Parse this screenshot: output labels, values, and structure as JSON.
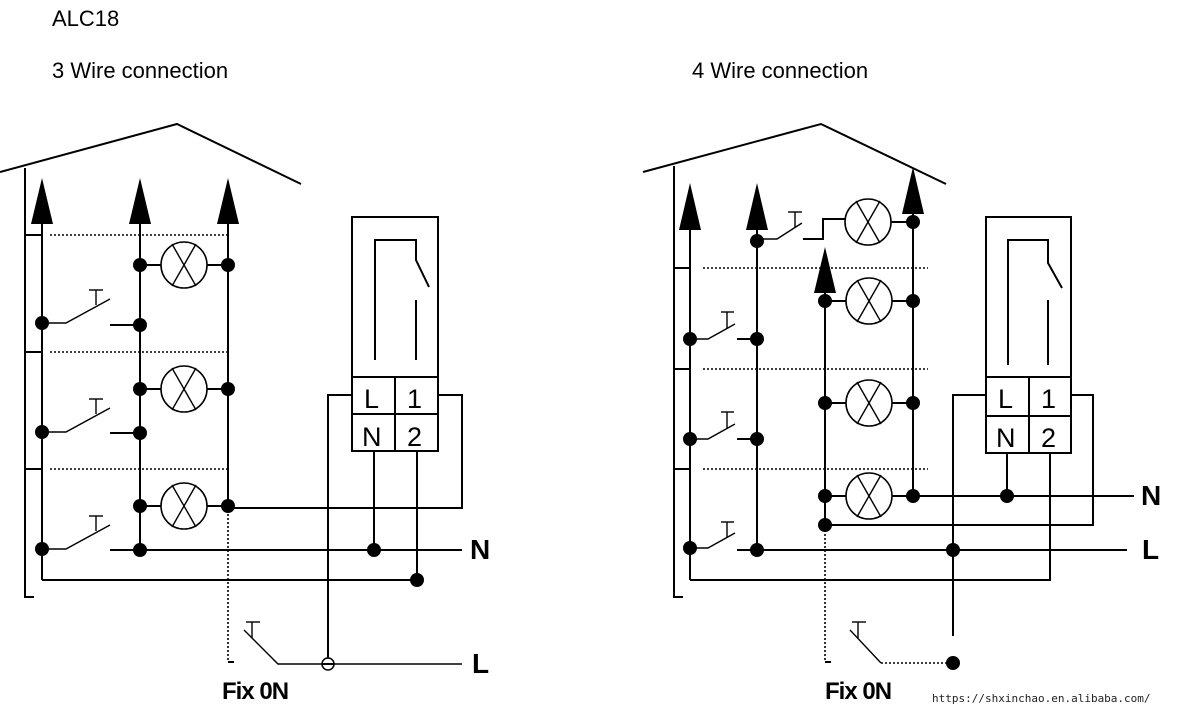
{
  "title": "ALC18",
  "diagrams": [
    {
      "id": "three-wire",
      "heading": "3 Wire connection",
      "terminals": [
        "L",
        "1",
        "N",
        "2"
      ],
      "bus_labels": {
        "neutral": "N",
        "live": "L"
      },
      "footer": "Fix 0N"
    },
    {
      "id": "four-wire",
      "heading": "4 Wire connection",
      "terminals": [
        "L",
        "1",
        "N",
        "2"
      ],
      "bus_labels": {
        "neutral": "N",
        "live": "L"
      },
      "footer": "Fix 0N"
    }
  ],
  "watermark": "https://shxinchao.en.alibaba.com/"
}
